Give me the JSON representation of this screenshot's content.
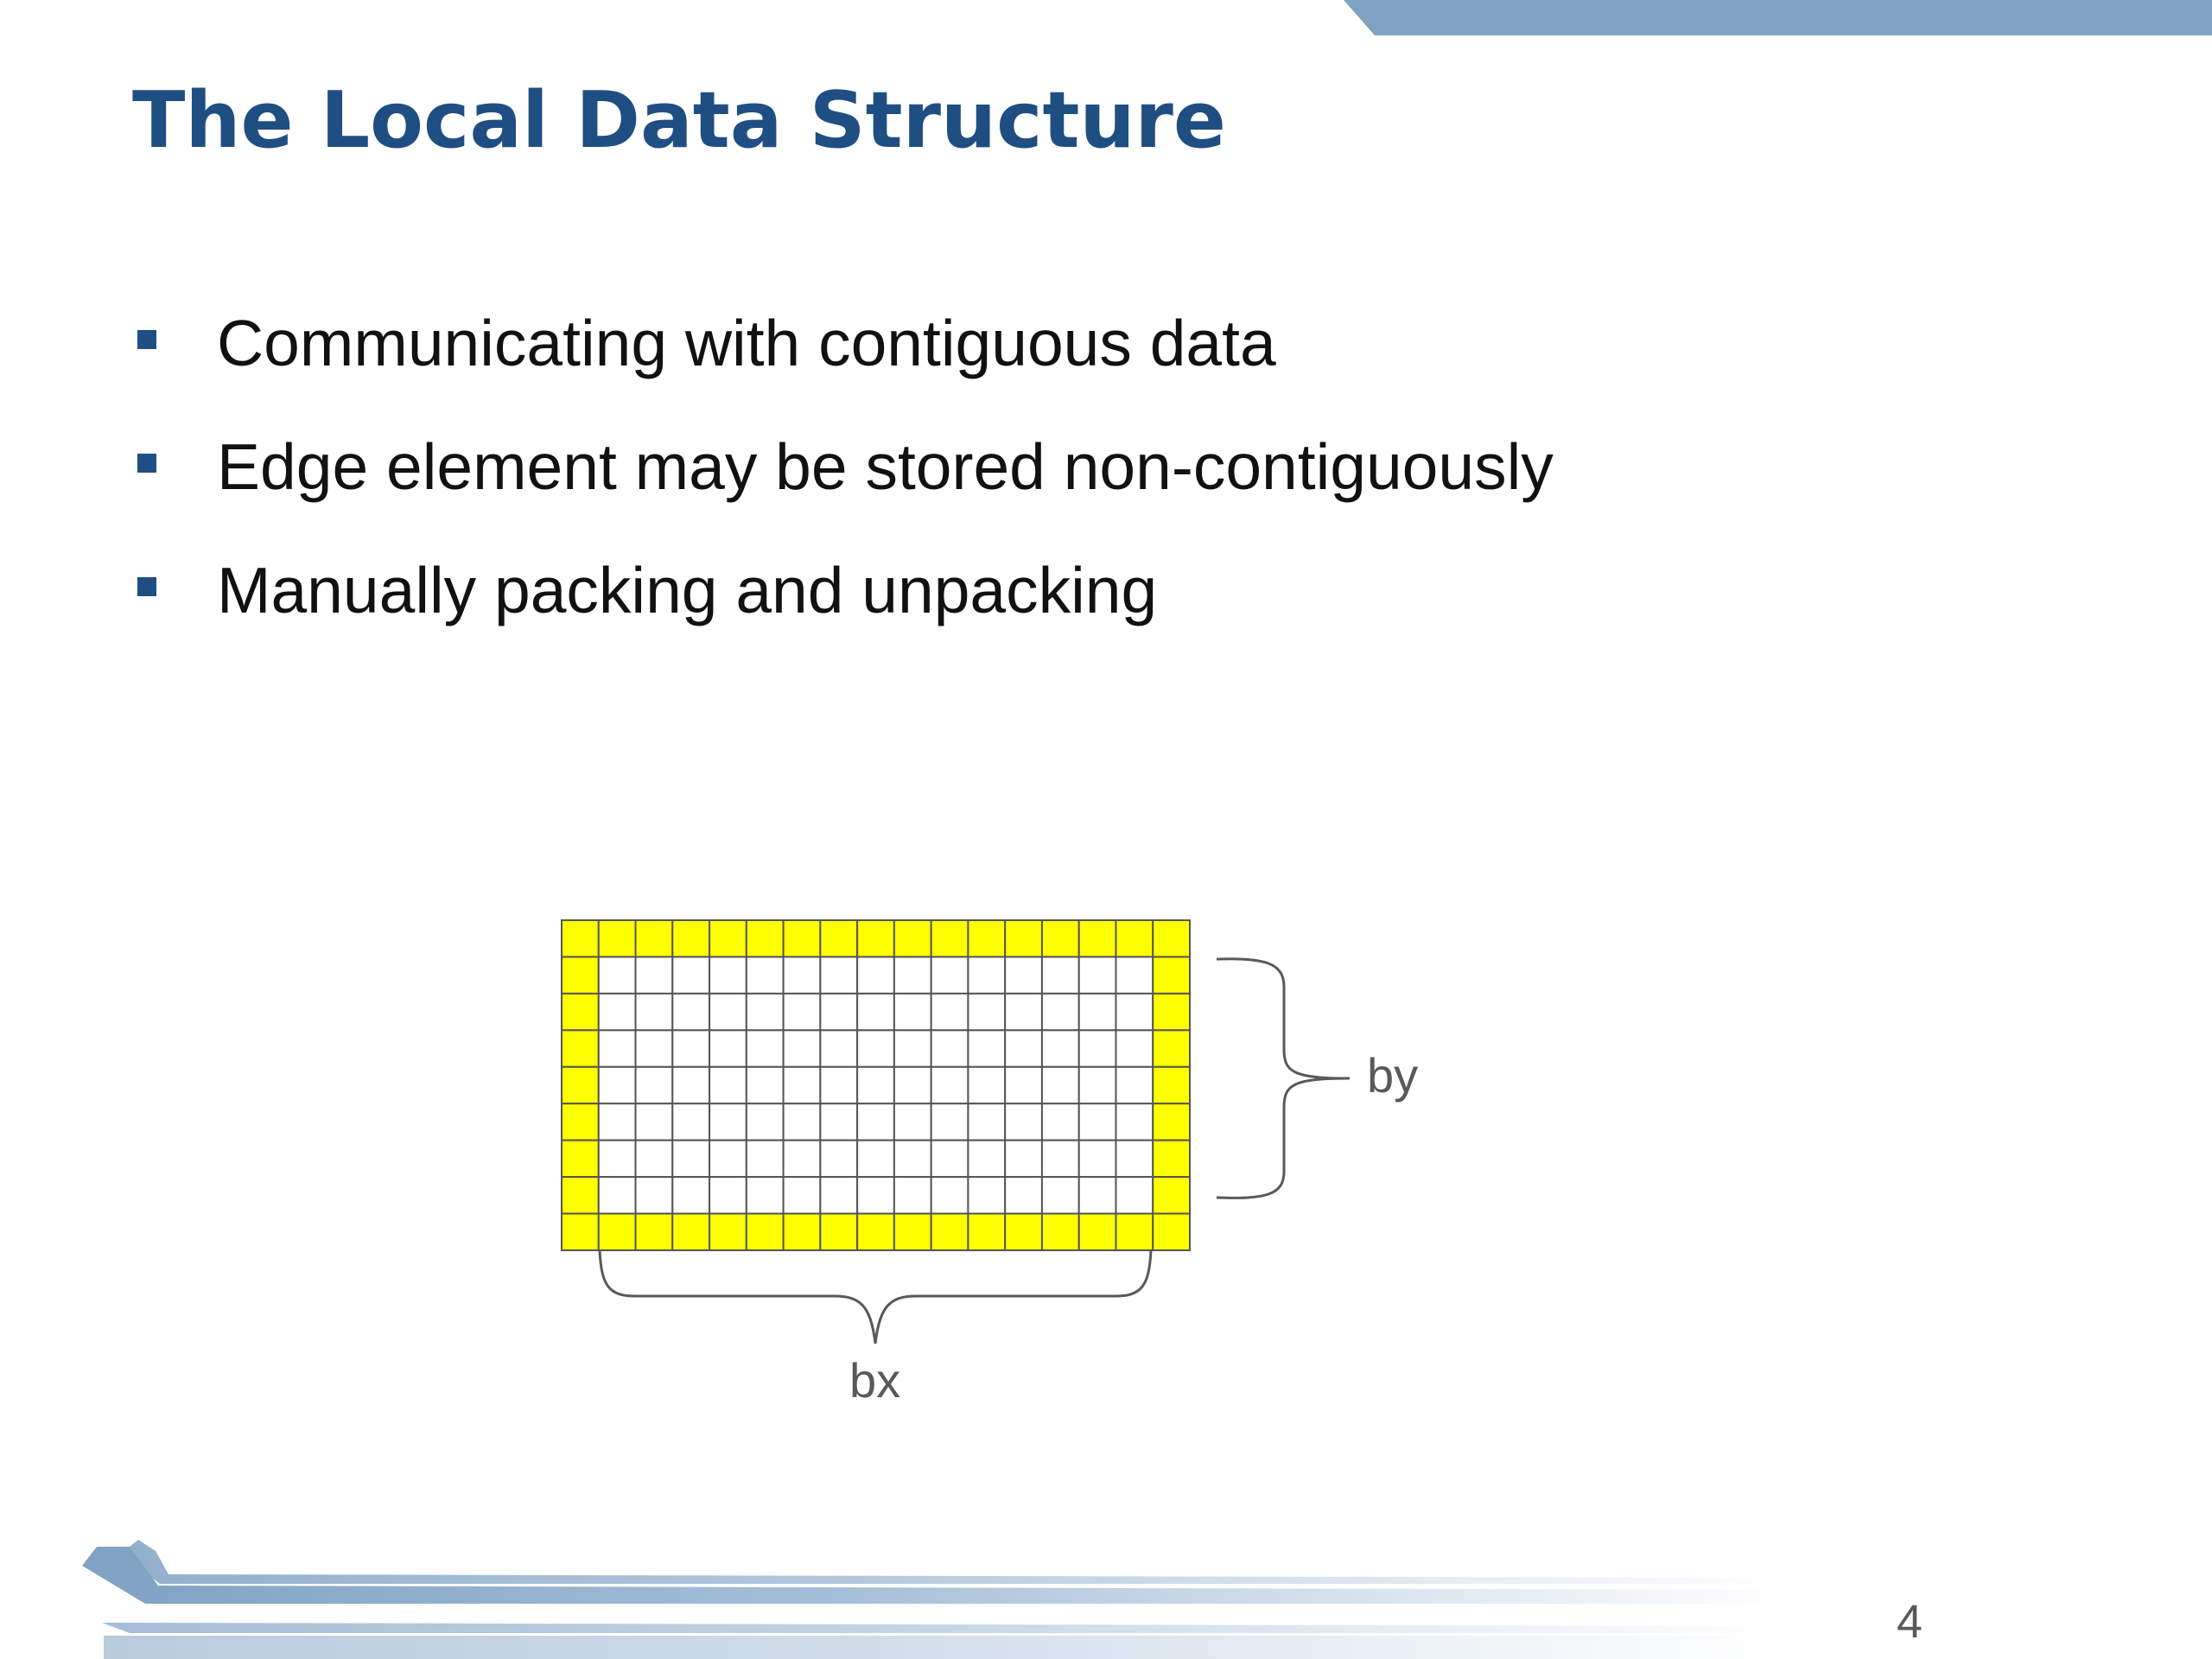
{
  "slide": {
    "title": "The Local Data Structure",
    "bullets": [
      "Communicating with contiguous data",
      "Edge element may be stored non-contiguously",
      "Manually packing and unpacking"
    ],
    "page_number": "4"
  },
  "diagram": {
    "grid_columns": 17,
    "grid_rows": 9,
    "halo_width": 1,
    "halo_color": "#ffff00",
    "interior_color": "#ffffff",
    "line_color": "#555555",
    "brace_color": "#595959",
    "labels": {
      "bx": "bx",
      "by": "by"
    }
  },
  "theme": {
    "title_color": "#1f4e83",
    "bullet_color": "#1f4e83",
    "top_band_color": "#7fa2c3",
    "footer_swoosh_color": "#8eadcc"
  }
}
